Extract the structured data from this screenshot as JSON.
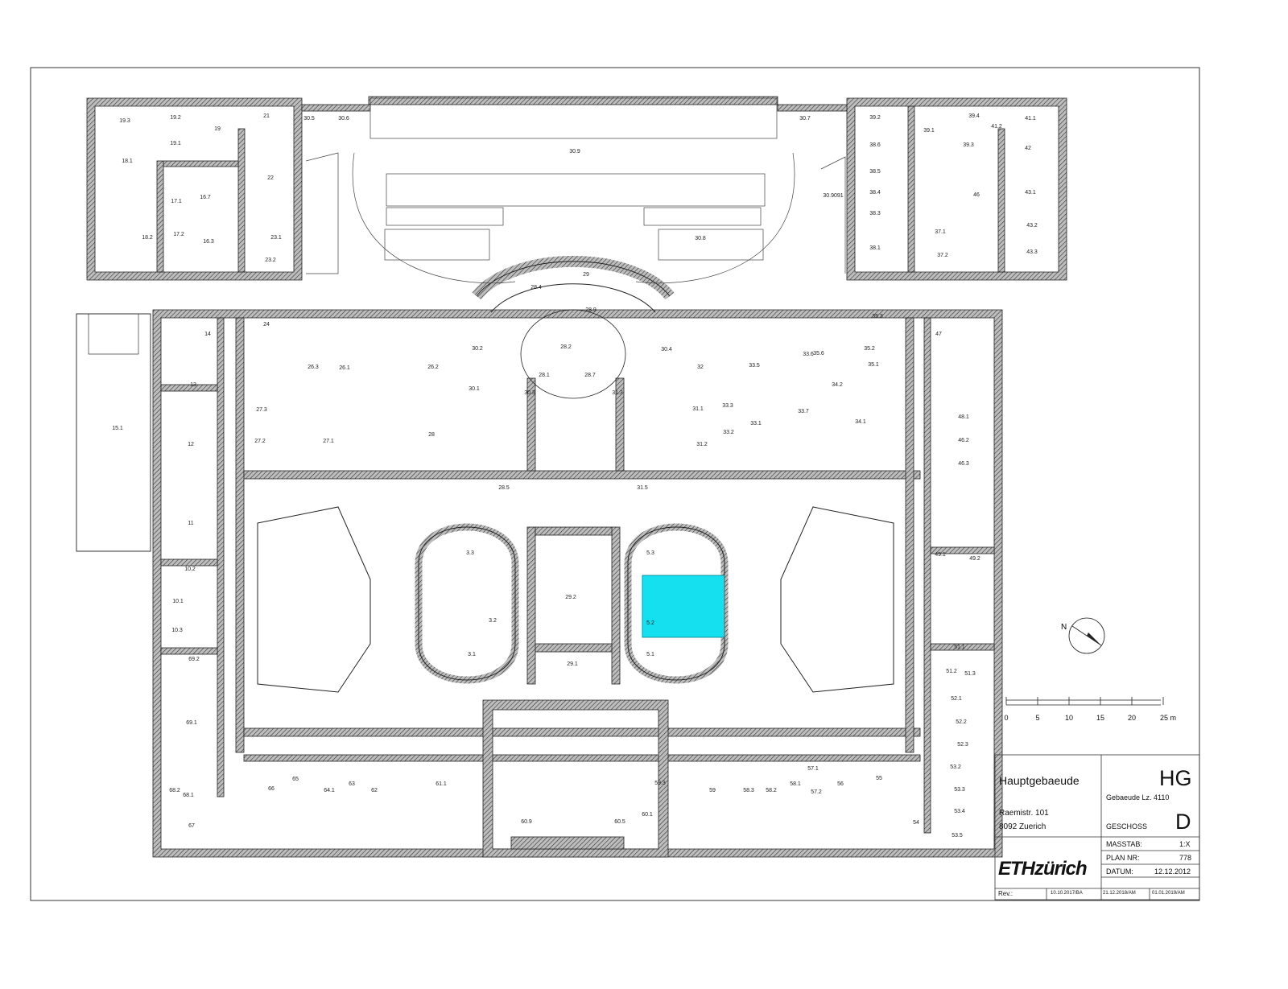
{
  "building": {
    "name": "Hauptgebaeude",
    "street": "Raemistr. 101",
    "city": "8092 Zuerich",
    "code": "HG",
    "number": "Gebaeude Lz. 4110",
    "floor_label": "GESCHOSS",
    "floor": "D"
  },
  "meta": {
    "scale_label": "MASSTAB:",
    "scale": "1:X",
    "plan_label": "PLAN NR:",
    "plan": "778",
    "date_label": "DATUM:",
    "date": "12.12.2012",
    "rev_label": "Rev.:",
    "revisions": [
      "10.10.2017/BA",
      "21.12.2018/AM",
      "01.01.2019/AM"
    ]
  },
  "logo": "ETHzürich",
  "compass": "N",
  "scale_bar": {
    "ticks": [
      "0",
      "5",
      "10",
      "15",
      "20",
      "25 m"
    ]
  },
  "highlight": {
    "room": "5.2",
    "color": "#15e0ef"
  },
  "rooms": [
    "19.3",
    "19.2",
    "19",
    "21",
    "30.5",
    "30.6",
    "30.7",
    "39.2",
    "39.1",
    "39.4",
    "41.2",
    "41.1",
    "19.1",
    "18.1",
    "22",
    "39.3",
    "38.6",
    "42",
    "30.9",
    "38.5",
    "30.9091",
    "38.4",
    "43.1",
    "17.1",
    "16.7",
    "46",
    "18.2",
    "38.3",
    "37.1",
    "17.2",
    "16.3",
    "23.1",
    "43.2",
    "30.8",
    "38.1",
    "37.2",
    "43.3",
    "23.2",
    "29",
    "28.4",
    "28.9",
    "24",
    "35.3",
    "47",
    "14",
    "26.3",
    "26.1",
    "26.2",
    "28.2",
    "30.4",
    "35.6",
    "35.2",
    "30.2",
    "28.1",
    "28.7",
    "32",
    "33.6",
    "35.1",
    "13",
    "33.5",
    "30.1",
    "30.3",
    "31.3",
    "34.2",
    "27.3",
    "48.1",
    "31.1",
    "33.3",
    "15.1",
    "28",
    "33.1",
    "33.7",
    "34.1",
    "27.2",
    "27.1",
    "31.2",
    "33.2",
    "46.2",
    "12",
    "46.3",
    "28.5",
    "31.5",
    "11",
    "3.3",
    "5.3",
    "49.1",
    "49.2",
    "10.2",
    "29.2",
    "10.1",
    "3.2",
    "5.2",
    "10.3",
    "51.1",
    "3.1",
    "5.1",
    "29.1",
    "51.2",
    "51.3",
    "69.2",
    "52.1",
    "69.1",
    "52.2",
    "52.3",
    "65",
    "63",
    "61.1",
    "59.3",
    "59",
    "58.3",
    "58.2",
    "58.1",
    "57.1",
    "57.2",
    "56",
    "55",
    "53.2",
    "68.2",
    "64.1",
    "62",
    "66",
    "53.3",
    "68.1",
    "53.4",
    "67",
    "60.9",
    "60.5",
    "60.1",
    "54",
    "53.5"
  ]
}
